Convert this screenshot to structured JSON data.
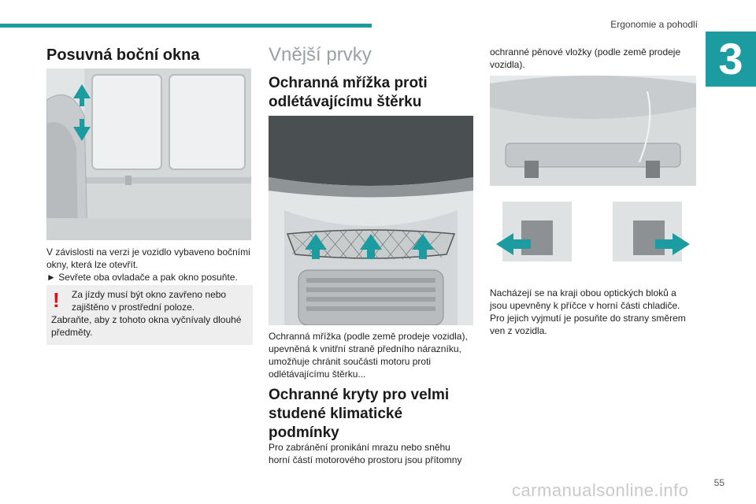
{
  "header": {
    "section_title": "Ergonomie a pohodlí",
    "chapter_number": "3",
    "accent_color": "#1c9ba0"
  },
  "left": {
    "title": "Posuvná boční okna",
    "para1": "V závislosti na verzi je vozidlo vybaveno bočními okny, která lze otevřít.",
    "bullet": "► Sevřete oba ovladače a pak okno posuňte.",
    "warning_icon": "exclamation-icon",
    "warning_text1": "Za jízdy musí být okno zavřeno nebo zajištěno v prostřední poloze.",
    "warning_text2": "Zabraňte, aby z tohoto okna vyčnívaly dlouhé předměty."
  },
  "middle": {
    "title": "Vnější prvky",
    "sub1": "Ochranná mřížka proti odlétávajícímu štěrku",
    "para1": "Ochranná mřížka (podle země prodeje vozidla), upevněná k vnitřní straně předního nárazníku, umožňuje chránit součásti motoru proti odlétávajícímu štěrku...",
    "sub2": "Ochranné kryty pro velmi studené klimatické podmínky",
    "para2": "Pro zabránění pronikání mrazu nebo sněhu horní částí motorového prostoru jsou přítomny"
  },
  "right": {
    "para_top": "ochranné pěnové vložky (podle země prodeje vozidla).",
    "para_bottom": "Nacházejí se na kraji obou optických bloků a jsou upevněny k příčce v horní části chladiče. Pro jejich vyjmutí je posuňte do strany směrem ven z vozidla."
  },
  "footer": {
    "page_number": "55",
    "watermark": "carmanualsonline.info"
  }
}
